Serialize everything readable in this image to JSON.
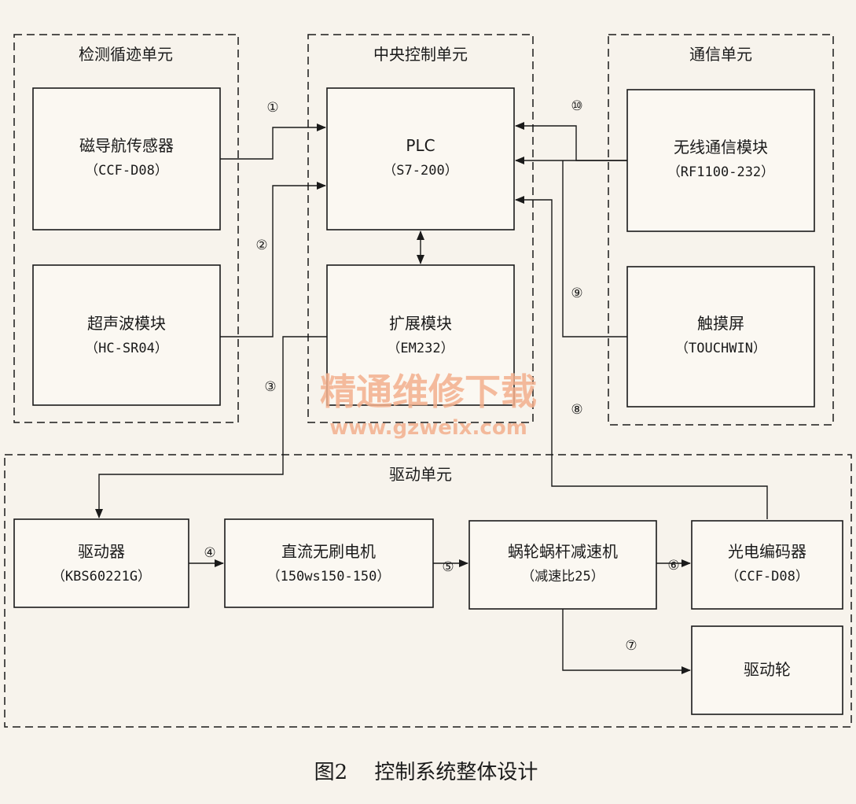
{
  "groups": {
    "detection": "检测循迹单元",
    "central": "中央控制单元",
    "communication": "通信单元",
    "drive": "驱动单元"
  },
  "boxes": {
    "magnetic": {
      "title": "磁导航传感器",
      "sub": "（CCF-D08）"
    },
    "ultrasonic": {
      "title": "超声波模块",
      "sub": "（HC-SR04）"
    },
    "plc": {
      "title": "PLC",
      "sub": "（S7-200）"
    },
    "expansion": {
      "title": "扩展模块",
      "sub": "（EM232）"
    },
    "wireless": {
      "title": "无线通信模块",
      "sub": "（RF1100-232）"
    },
    "touch": {
      "title": "触摸屏",
      "sub": "（TOUCHWIN）"
    },
    "driver": {
      "title": "驱动器",
      "sub": "（KBS60221G）"
    },
    "motor": {
      "title": "直流无刷电机",
      "sub": "（150ws150-150）"
    },
    "reducer": {
      "title": "蜗轮蜗杆减速机",
      "sub": "（减速比25）"
    },
    "encoder": {
      "title": "光电编码器",
      "sub": "（CCF-D08）"
    },
    "wheel": {
      "title": "驱动轮"
    }
  },
  "numbers": [
    "①",
    "②",
    "③",
    "④",
    "⑤",
    "⑥",
    "⑦",
    "⑧",
    "⑨",
    "⑩"
  ],
  "watermark": {
    "main": "精通维修下载",
    "url": "www.gzweix.com"
  },
  "caption": "图2　 控制系统整体设计"
}
